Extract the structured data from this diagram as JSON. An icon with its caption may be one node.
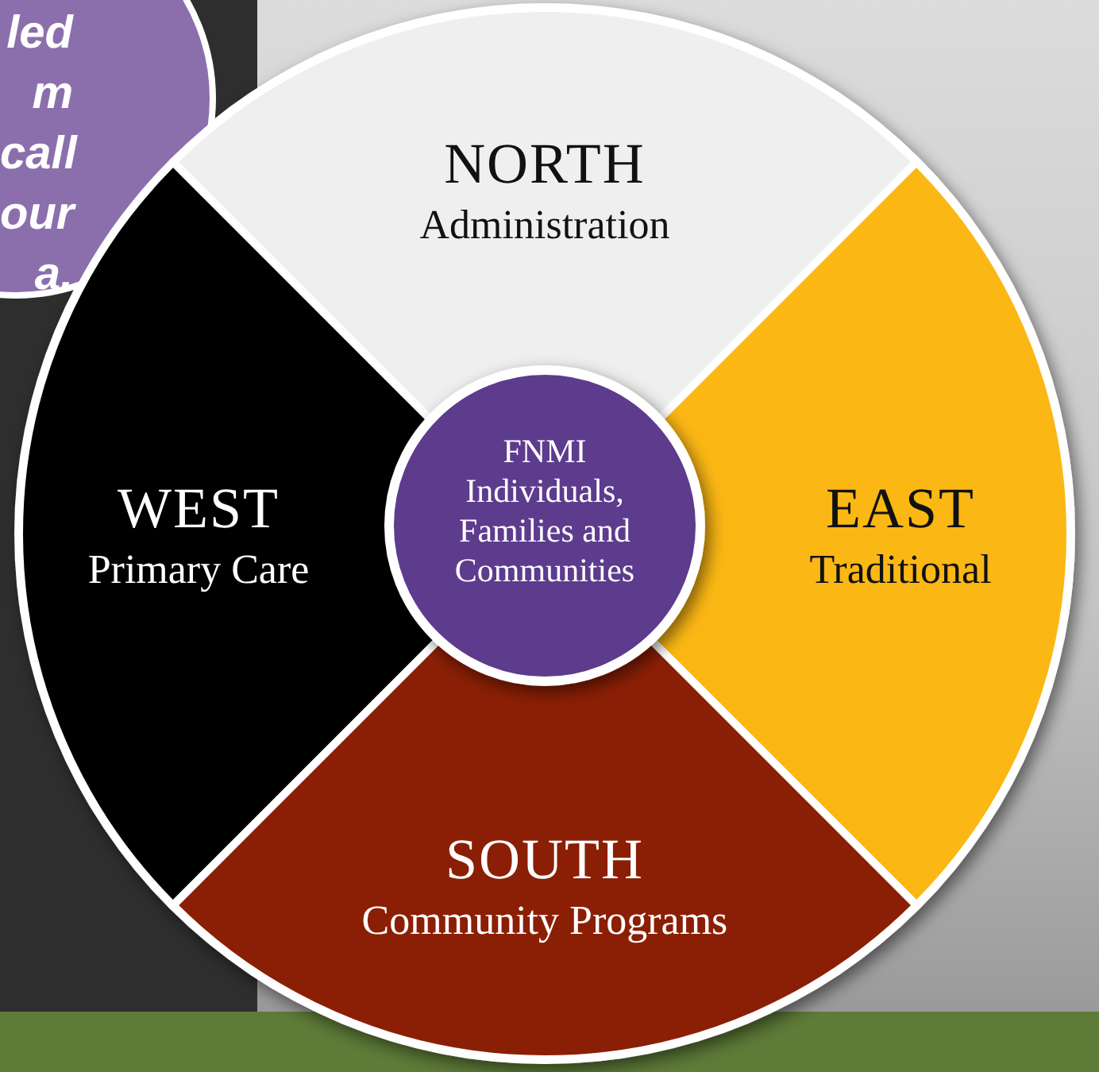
{
  "diagram": {
    "nodes": [
      {
        "text": [
          "led m call our a."
        ]
      },
      {
        "text": [
          "NORTH",
          "Administration"
        ]
      },
      {
        "text": [
          "WEST",
          "Primary Care"
        ]
      },
      {
        "text": [
          "FNMI Individuals, Families and Communities"
        ]
      },
      {
        "text": [
          "EAST",
          "Traditional"
        ]
      },
      {
        "text": [
          "SOUTH",
          "Community Programs"
        ]
      }
    ]
  }
}
